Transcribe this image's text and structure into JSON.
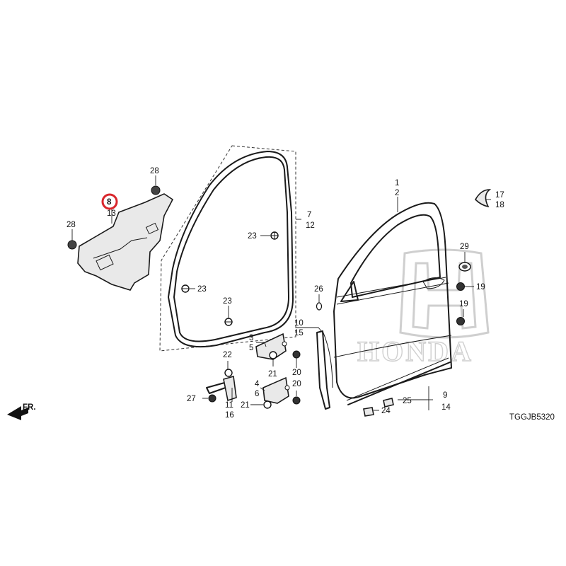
{
  "diagram_code": "TGGJB5320",
  "direction_label": "FR.",
  "watermark_text": "HONDA",
  "highlight_color": "#d9262c",
  "highlighted_part": "8",
  "callouts": {
    "c1": "1",
    "c2": "2",
    "c3": "3",
    "c4": "4",
    "c5": "5",
    "c6": "6",
    "c7": "7",
    "c8": "8",
    "c9": "9",
    "c10": "10",
    "c11": "11",
    "c12": "12",
    "c13": "13",
    "c14": "14",
    "c15": "15",
    "c16": "16",
    "c17": "17",
    "c18": "18",
    "c19a": "19",
    "c19b": "19",
    "c20a": "20",
    "c20b": "20",
    "c21a": "21",
    "c21b": "21",
    "c22": "22",
    "c23a": "23",
    "c23b": "23",
    "c23c": "23",
    "c24": "24",
    "c25": "25",
    "c26": "26",
    "c27": "27",
    "c28a": "28",
    "c28b": "28",
    "c29": "29"
  }
}
